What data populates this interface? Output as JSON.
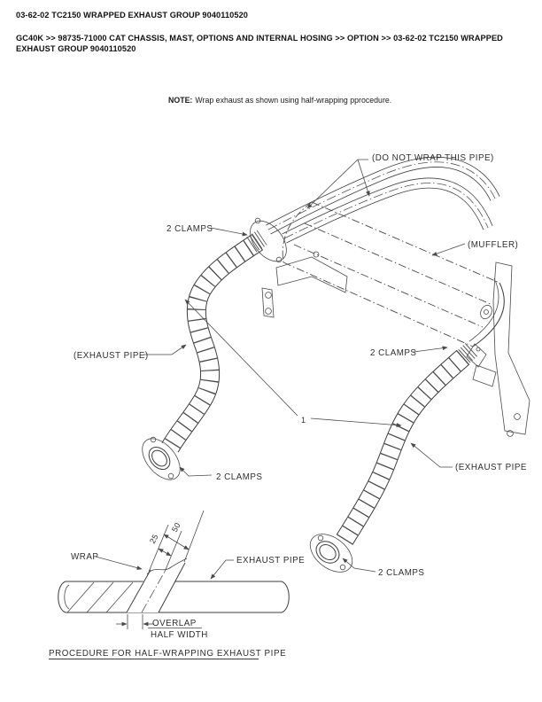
{
  "header": {
    "doc_title": "03-62-02 TC2150 WRAPPED EXHAUST GROUP 9040110520",
    "breadcrumb": "GC40K >> 98735-71000 CAT CHASSIS, MAST, OPTIONS AND INTERNAL HOSING >> OPTION >> 03-62-02 TC2150 WRAPPED EXHAUST GROUP 9040110520"
  },
  "note": {
    "label": "NOTE:",
    "text": "Wrap exhaust as shown using half-wrapping pprocedure."
  },
  "diagram": {
    "labels": {
      "do_not_wrap": "(DO NOT WRAP THIS PIPE)",
      "clamps_top_left": "2 CLAMPS",
      "muffler": "(MUFFLER)",
      "exhaust_pipe_left": "(EXHAUST PIPE)",
      "clamps_mid_right": "2 CLAMPS",
      "item_1": "1",
      "clamps_bottom_left": "2 CLAMPS",
      "exhaust_pipe_right": "(EXHAUST PIPE",
      "clamps_bottom": "2 CLAMPS"
    }
  },
  "procedure": {
    "wrap_label": "WRAP",
    "exhaust_pipe_label": "EXHAUST PIPE",
    "dim_25": "25",
    "dim_50": "50",
    "overlap_label": "OVERLAP",
    "half_width_label": "HALF WIDTH",
    "title": "PROCEDURE FOR HALF-WRAPPING EXHAUST PIPE"
  },
  "colors": {
    "ink": "#111111",
    "line": "#3d3d3d",
    "label": "#2e2e2e",
    "background": "#ffffff"
  }
}
